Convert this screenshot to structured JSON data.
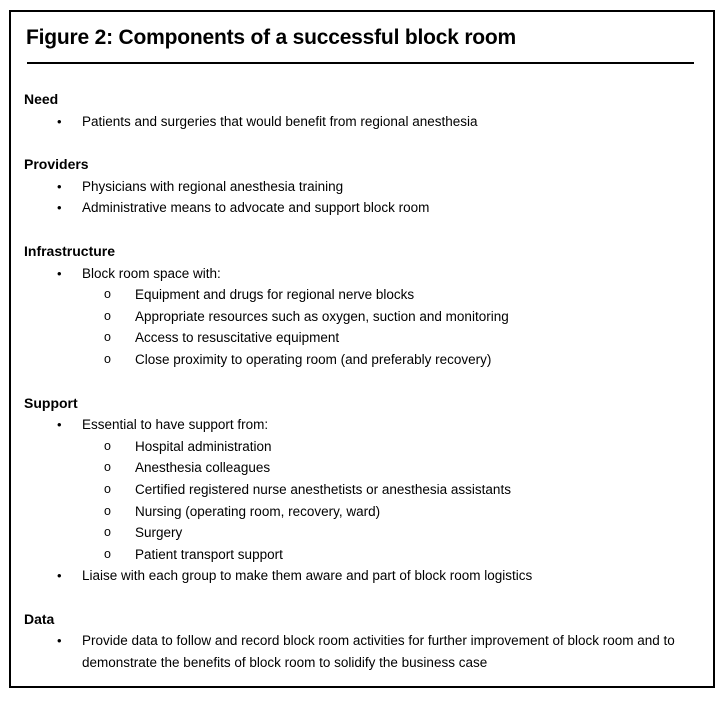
{
  "figure": {
    "title": "Figure 2: Components of a successful block room"
  },
  "bullets": {
    "level1": "•",
    "level2": "o"
  },
  "colors": {
    "border": "#000000",
    "text": "#000000",
    "background": "#ffffff"
  },
  "sections": [
    {
      "heading": "Need",
      "items": [
        {
          "level": 1,
          "text": "Patients and surgeries that would benefit from regional anesthesia"
        }
      ]
    },
    {
      "heading": "Providers",
      "items": [
        {
          "level": 1,
          "text": "Physicians with regional anesthesia training"
        },
        {
          "level": 1,
          "text": "Administrative means to advocate and support block room"
        }
      ]
    },
    {
      "heading": "Infrastructure",
      "items": [
        {
          "level": 1,
          "text": "Block room space with:"
        },
        {
          "level": 2,
          "text": "Equipment and drugs for regional nerve blocks"
        },
        {
          "level": 2,
          "text": "Appropriate resources such as oxygen, suction and monitoring"
        },
        {
          "level": 2,
          "text": "Access to resuscitative equipment"
        },
        {
          "level": 2,
          "text": "Close proximity to operating room (and preferably recovery)"
        }
      ]
    },
    {
      "heading": "Support",
      "items": [
        {
          "level": 1,
          "text": "Essential to have support from:"
        },
        {
          "level": 2,
          "text": "Hospital administration"
        },
        {
          "level": 2,
          "text": "Anesthesia colleagues"
        },
        {
          "level": 2,
          "text": "Certified registered nurse anesthetists or anesthesia assistants"
        },
        {
          "level": 2,
          "text": "Nursing (operating room, recovery, ward)"
        },
        {
          "level": 2,
          "text": "Surgery"
        },
        {
          "level": 2,
          "text": "Patient transport support"
        },
        {
          "level": 1,
          "text": "Liaise with each group to make them aware and part of block room logistics"
        }
      ]
    },
    {
      "heading": "Data",
      "items": [
        {
          "level": 1,
          "text": "Provide data to follow and record block room activities for further improvement of block room and to demonstrate the benefits of block room to solidify the business case"
        }
      ]
    }
  ]
}
